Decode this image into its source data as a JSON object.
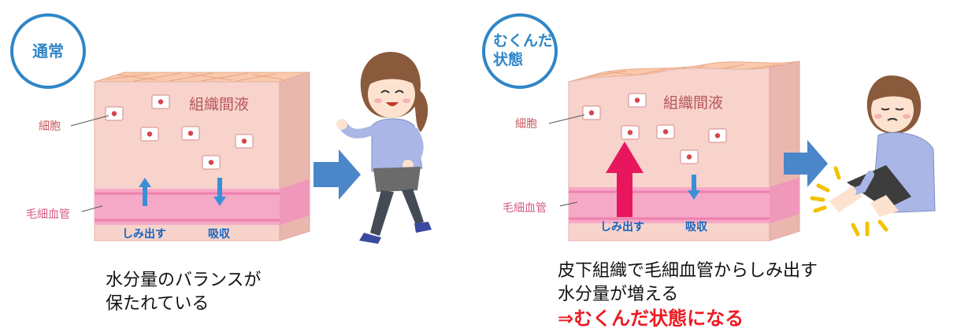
{
  "normal": {
    "badge": "通常",
    "fluid_label": "組織間液",
    "cell_label": "細胞",
    "vessel_label": "毛細血管",
    "seep_label": "しみ出す",
    "absorb_label": "吸収",
    "caption": [
      "水分量のバランスが",
      "保たれている"
    ]
  },
  "swollen": {
    "badge_line1": "むくんだ",
    "badge_line2": "状態",
    "fluid_label": "組織間液",
    "cell_label": "細胞",
    "vessel_label": "毛細血管",
    "seep_label": "しみ出す",
    "absorb_label": "吸収",
    "caption": [
      "皮下組織で毛細血管からしみ出す",
      "水分量が増える"
    ],
    "conclusion": "⇒むくんだ状態になる"
  },
  "colors": {
    "accent_blue": "#2f86c7",
    "arrow_blue": "#3b8fd6",
    "seep_arrow_large": "#e8175d",
    "skin": "#f7d3cc",
    "vessel": "#f6a9c7",
    "conclusion_red": "#ee1b24"
  },
  "icons": [
    "cell-icon",
    "up-arrow-icon",
    "down-arrow-icon",
    "right-arrow-icon",
    "walking-woman-illustration",
    "sitting-woman-illustration",
    "pain-marks-icon"
  ]
}
